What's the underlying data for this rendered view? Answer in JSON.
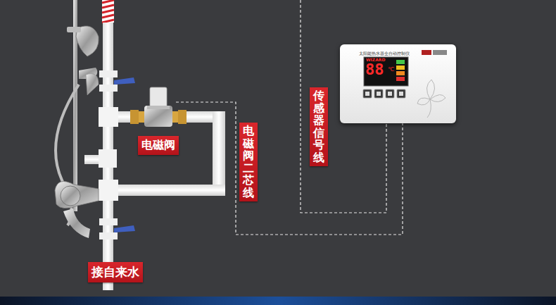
{
  "diagram": {
    "nodes": [
      {
        "text": [
          "电磁阀"
        ]
      },
      {
        "text": [
          "电磁阀二芯线"
        ]
      },
      {
        "text": [
          "传感器信号线"
        ]
      },
      {
        "text": [
          "太阳能热水器全自动控制仪"
        ]
      },
      {
        "text": [
          "接自来水"
        ]
      }
    ],
    "labels": [
      "WIZARD",
      "88",
      "℃"
    ]
  }
}
